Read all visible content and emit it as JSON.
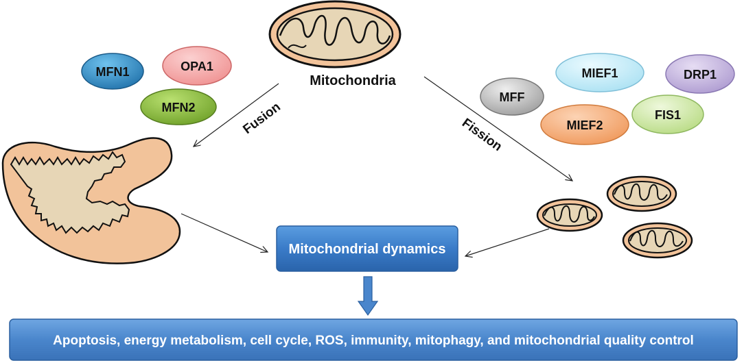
{
  "diagram": {
    "center": {
      "label": "Mitochondria"
    },
    "fusion": {
      "label": "Fusion",
      "proteins": [
        {
          "label": "MFN1",
          "color": "#2d89c2"
        },
        {
          "label": "OPA1",
          "color": "#f4a3a3"
        },
        {
          "label": "MFN2",
          "color": "#8cbc3c"
        }
      ]
    },
    "fission": {
      "label": "Fission",
      "proteins": [
        {
          "label": "MFF",
          "color": "#bdbdbd"
        },
        {
          "label": "MIEF1",
          "color": "#c3ecf7"
        },
        {
          "label": "DRP1",
          "color": "#c5b6dd"
        },
        {
          "label": "MIEF2",
          "color": "#f6ae7a"
        },
        {
          "label": "FIS1",
          "color": "#cfe8a8"
        }
      ]
    },
    "dynamics_box": {
      "label": "Mitochondrial dynamics",
      "color": "#3a78c7"
    },
    "outcomes_box": {
      "label": "Apoptosis, energy metabolism, cell cycle, ROS, immunity, mitophagy, and mitochondrial quality control",
      "color": "#4a86cc"
    }
  }
}
